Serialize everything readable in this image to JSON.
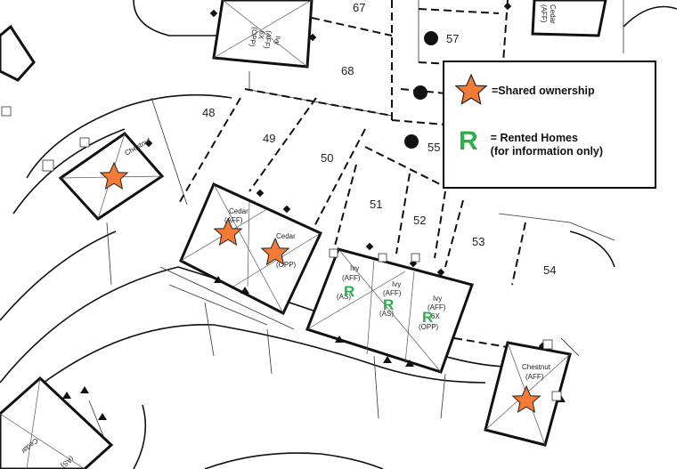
{
  "plots": [
    "67",
    "68",
    "48",
    "49",
    "50",
    "51",
    "52",
    "53",
    "54",
    "55",
    "57"
  ],
  "house_labels": {
    "chestnut": "Chestnut",
    "cedar": "Cedar",
    "ivy": "Ivy",
    "aff": "(AFF)",
    "as": "(AS)",
    "opp": "(OPP)",
    "sixx": "6X"
  },
  "legend": {
    "shared": "=Shared ownership",
    "rented_symbol": "R",
    "rented_line1": "= Rented Homes",
    "rented_line2": "(for information only)"
  },
  "colors": {
    "star": "#f47a36",
    "rented": "#2db04b",
    "line": "#111111"
  },
  "icons": {
    "shared": "orange-star-icon",
    "rented": "green-r-icon"
  }
}
